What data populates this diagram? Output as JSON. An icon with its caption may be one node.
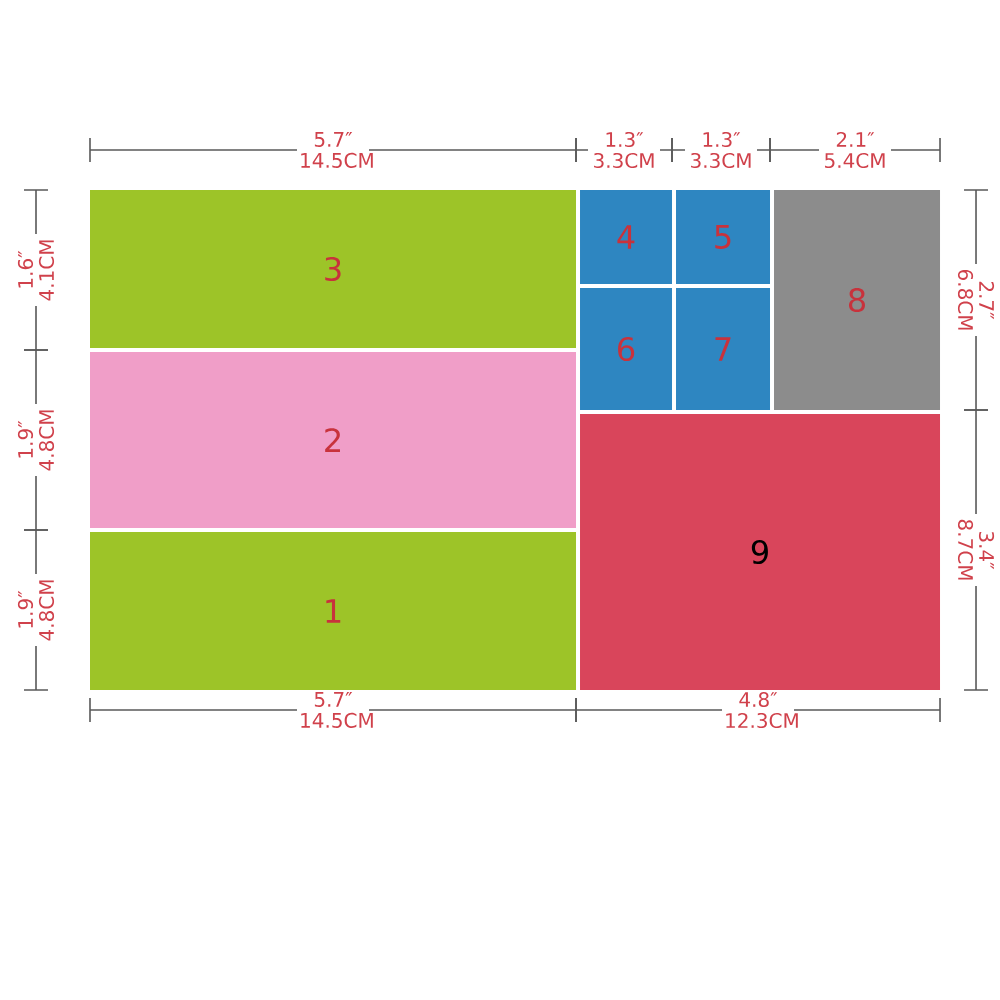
{
  "diagram": {
    "nodes": [
      {
        "text": [
          "3"
        ]
      },
      {
        "text": [
          "4"
        ]
      },
      {
        "text": [
          "5"
        ]
      },
      {
        "text": [
          "8"
        ]
      },
      {
        "text": [
          "6"
        ]
      },
      {
        "text": [
          "7"
        ]
      },
      {
        "text": [
          "2"
        ]
      },
      {
        "text": [
          "9"
        ]
      },
      {
        "text": [
          "1"
        ]
      }
    ],
    "labels": [
      "5.7″ 14.5CM",
      "1.3″ 3.3CM",
      "1.3″ 3.3CM",
      "2.1″ 5.4CM",
      "1.6″ 4.1CM",
      "1.9″ 4.8CM",
      "1.9″ 4.8CM",
      "2.7″ 6.8CM",
      "3.4″ 8.7CM",
      "5.7″ 14.5CM",
      "4.8″ 12.3CM"
    ]
  }
}
